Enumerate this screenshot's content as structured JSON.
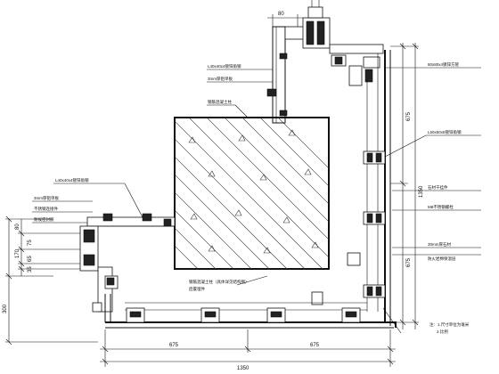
{
  "dimensions": {
    "top_width": "80",
    "right_upper": "675",
    "right_total": "1350",
    "right_lower": "675",
    "left_80": "80",
    "left_75": "75",
    "left_170": "170",
    "left_65": "65",
    "left_35": "35",
    "left_300": "300",
    "bottom_left": "675",
    "bottom_right": "675",
    "bottom_total": "1350"
  },
  "annotations": {
    "top_left_angle": "L40x40x4镀锌角钢",
    "top_left_plate": "3mm厚铝单板",
    "top_column_note": "钢筋混凝土柱",
    "right_top_tube": "80x80x4镀锌方管",
    "right_mid_angle": "L50x50x5镀锌角钢",
    "right_stone_a": "石材干挂件",
    "right_stone_b": "M8不锈钢螺栓",
    "right_stone_plate": "30mm厚石材",
    "right_insulation": "防火岩棉保温层",
    "left_angle": "L40x40x4镀锌角钢",
    "left_plate": "3mm厚铝单板",
    "left_connector": "不锈钢连接件",
    "left_sealant": "耐候密封胶",
    "column_bottom_note_1": "钢筋混凝土柱（具体详见结构图）",
    "column_bottom_note_2": "后置埋件",
    "footer_note_1": "注：1.尺寸单位为毫米",
    "footer_note_2": "2.比例"
  }
}
